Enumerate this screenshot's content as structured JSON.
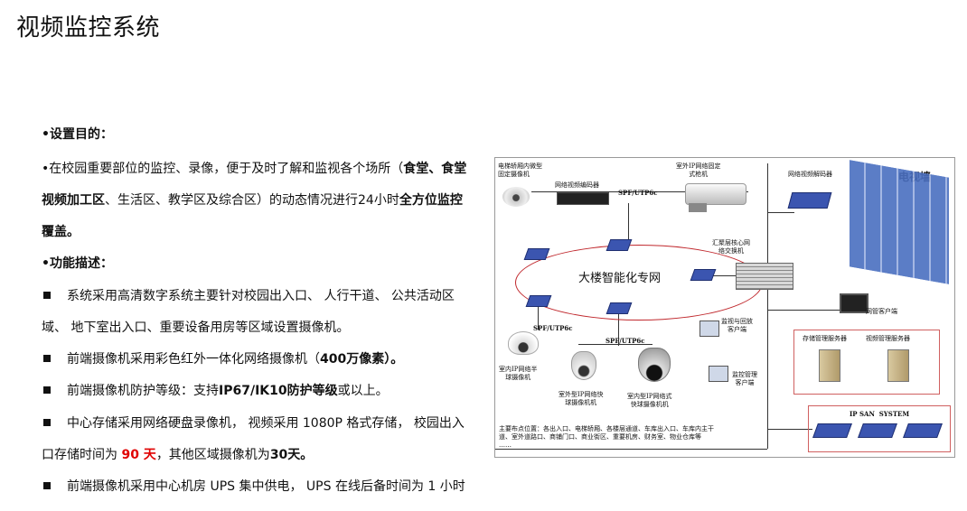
{
  "page": {
    "title": "视频监控系统"
  },
  "sections": {
    "purpose_heading": "•设置目的：",
    "purpose_line1_a": "•在校园重要部位的监控、录像，便于及时了解和监视各个场所（",
    "purpose_line1_b": "食堂、食堂",
    "purpose_line2_a": "视频加工区",
    "purpose_line2_b": "、生活区、教学区及综合区）的动态情况进行24小时",
    "purpose_line2_c": "全方位监控",
    "purpose_line3": "覆盖。",
    "function_heading": "•功能描述："
  },
  "bullets": {
    "b1_line1": "系统采用高清数字系统主要针对校园出入口、 人行干道、 公共活动区",
    "b1_line2": "域、 地下室出入口、重要设备用房等区域设置摄像机。",
    "b2_a": "前端摄像机采用彩色红外一体化网络摄像机（",
    "b2_b": "400万像素）。",
    "b3_a": "前端摄像机防护等级：支持",
    "b3_b": "IP67/IK10防护等级",
    "b3_c": "或以上。",
    "b4_line1": "中心存储采用网络硬盘录像机， 视频采用 1080P 格式存储， 校园出入",
    "b4_line2_a": "口存储时间为 ",
    "b4_line2_b": "90 天",
    "b4_line2_c": "，其他区域摄像机为",
    "b4_line2_d": "30天。",
    "b5": "前端摄像机采用中心机房 UPS 集中供电， UPS 在线后备时间为 1 小时"
  },
  "diagram": {
    "elevator_cam": "电梯轿厢内微型\n固定摄像机",
    "encoder": "网络视频编码器",
    "spf1": "SPF/UTP6c",
    "outdoor_gun": "室外IP网络固定\n式枪机",
    "decoder": "网络视频解码器",
    "tv_wall": "电视墙",
    "core_switch": "汇聚层核心网\n络交换机",
    "network": "大楼智能化专网",
    "client": "网管客户端",
    "spf2": "SPF/UTP6c",
    "spf3": "SPF/UTP6c",
    "monitor_client": "监视与回放\n客户端",
    "mgmt_client": "监控管理\n客户端",
    "indoor_dome_half": "室内IP网络半\n球摄像机",
    "outdoor_dome": "室外型IP网络快\n球摄像机机",
    "indoor_dome_fast": "室内型IP网络式\n快球摄像机机",
    "storage_server": "存储管理服务器",
    "video_server": "视频管理服务器",
    "ipsan": "IP SAN  SYSTEM",
    "note": "主要布点位置：各出入口、电梯轿厢、各楼层通道、车库出入口、车库内主干\n道、室外道路口、商铺门口、商业街区、重要机房、财务室、物业仓库等\n……"
  }
}
